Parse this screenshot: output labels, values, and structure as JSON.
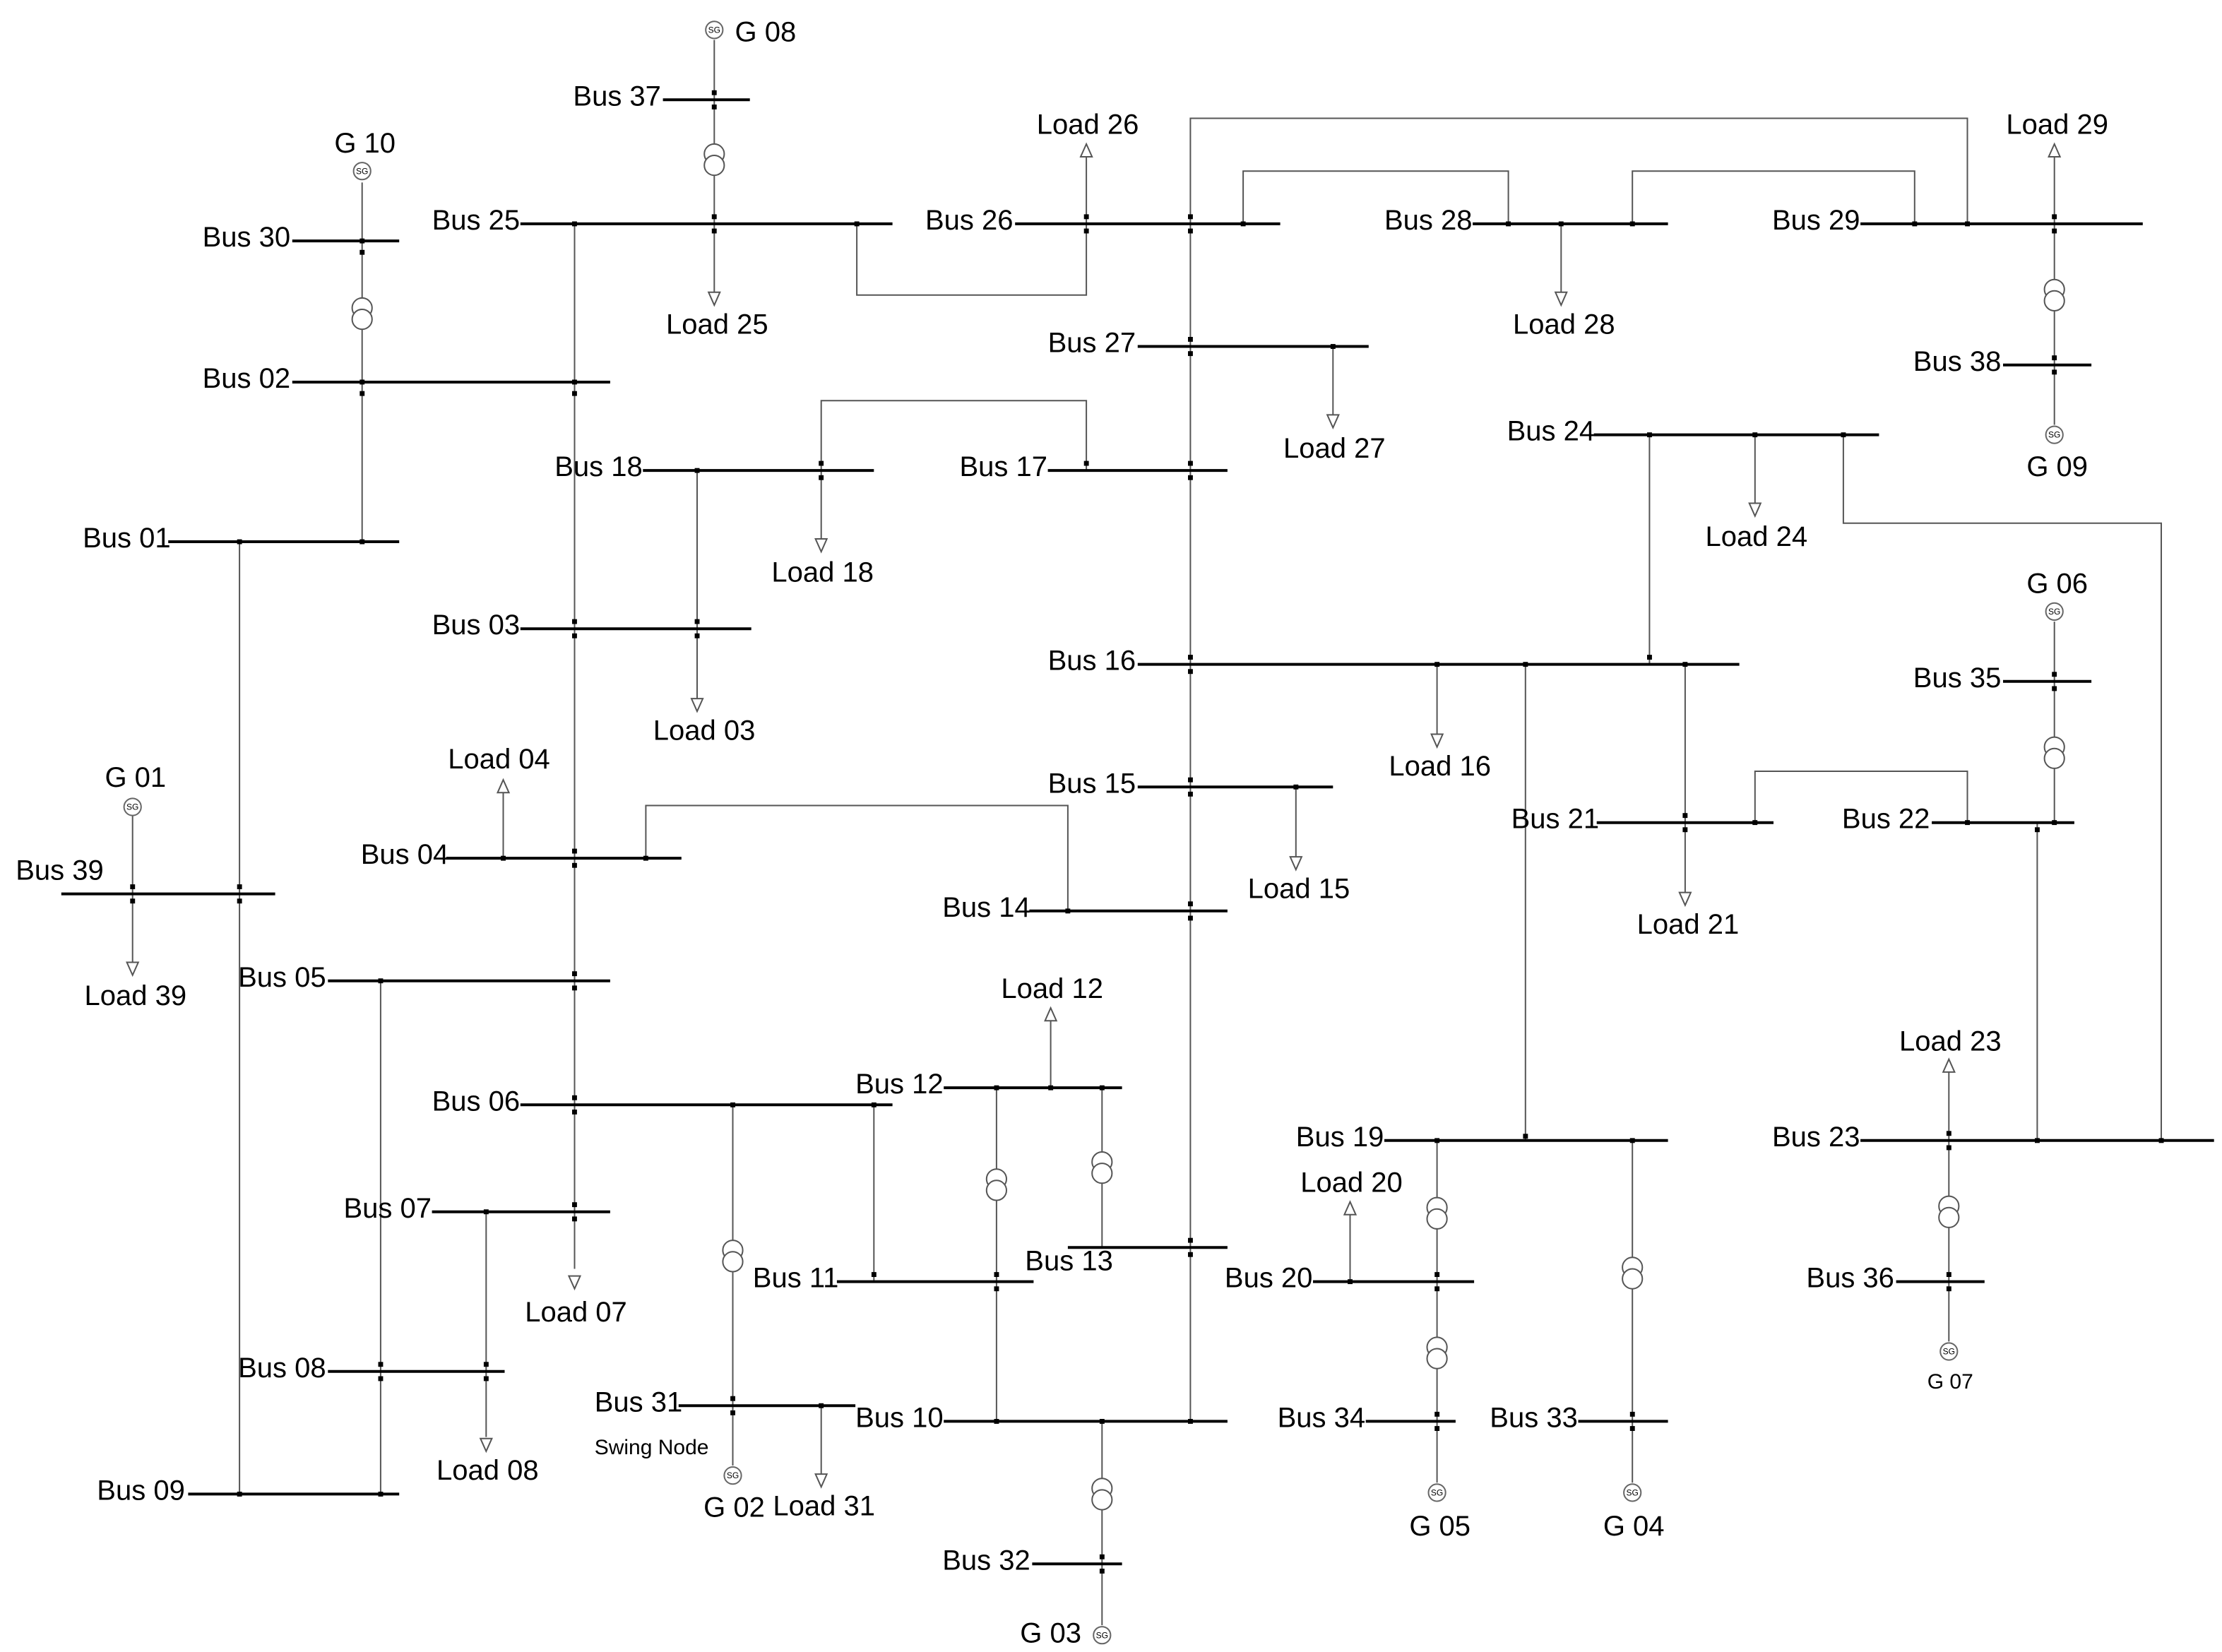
{
  "diagram": {
    "generator_symbol_text": "SG",
    "swing_node_label": "Swing Node",
    "buses": [
      {
        "label": "Bus 01"
      },
      {
        "label": "Bus 02"
      },
      {
        "label": "Bus 03"
      },
      {
        "label": "Bus 04"
      },
      {
        "label": "Bus 05"
      },
      {
        "label": "Bus 06"
      },
      {
        "label": "Bus 07"
      },
      {
        "label": "Bus 08"
      },
      {
        "label": "Bus 09"
      },
      {
        "label": "Bus 10"
      },
      {
        "label": "Bus 11"
      },
      {
        "label": "Bus 12"
      },
      {
        "label": "Bus 13"
      },
      {
        "label": "Bus 14"
      },
      {
        "label": "Bus 15"
      },
      {
        "label": "Bus 16"
      },
      {
        "label": "Bus 17"
      },
      {
        "label": "Bus 18"
      },
      {
        "label": "Bus 19"
      },
      {
        "label": "Bus 20"
      },
      {
        "label": "Bus 21"
      },
      {
        "label": "Bus 22"
      },
      {
        "label": "Bus 23"
      },
      {
        "label": "Bus 24"
      },
      {
        "label": "Bus 25"
      },
      {
        "label": "Bus 26"
      },
      {
        "label": "Bus 27"
      },
      {
        "label": "Bus 28"
      },
      {
        "label": "Bus 29"
      },
      {
        "label": "Bus 30"
      },
      {
        "label": "Bus 31"
      },
      {
        "label": "Bus 32"
      },
      {
        "label": "Bus 33"
      },
      {
        "label": "Bus 34"
      },
      {
        "label": "Bus 35"
      },
      {
        "label": "Bus 36"
      },
      {
        "label": "Bus 37"
      },
      {
        "label": "Bus 38"
      },
      {
        "label": "Bus 39"
      }
    ],
    "generators": [
      {
        "label": "G 01"
      },
      {
        "label": "G 02"
      },
      {
        "label": "G 03"
      },
      {
        "label": "G 04"
      },
      {
        "label": "G 05"
      },
      {
        "label": "G 06"
      },
      {
        "label": "G 07"
      },
      {
        "label": "G 08"
      },
      {
        "label": "G 09"
      },
      {
        "label": "G 10"
      }
    ],
    "loads": [
      {
        "label": "Load 03"
      },
      {
        "label": "Load 04"
      },
      {
        "label": "Load 07"
      },
      {
        "label": "Load 08"
      },
      {
        "label": "Load 12"
      },
      {
        "label": "Load 15"
      },
      {
        "label": "Load 16"
      },
      {
        "label": "Load 18"
      },
      {
        "label": "Load 20"
      },
      {
        "label": "Load 21"
      },
      {
        "label": "Load 23"
      },
      {
        "label": "Load 24"
      },
      {
        "label": "Load 25"
      },
      {
        "label": "Load 26"
      },
      {
        "label": "Load 27"
      },
      {
        "label": "Load 28"
      },
      {
        "label": "Load 29"
      },
      {
        "label": "Load 31"
      },
      {
        "label": "Load 39"
      }
    ]
  }
}
